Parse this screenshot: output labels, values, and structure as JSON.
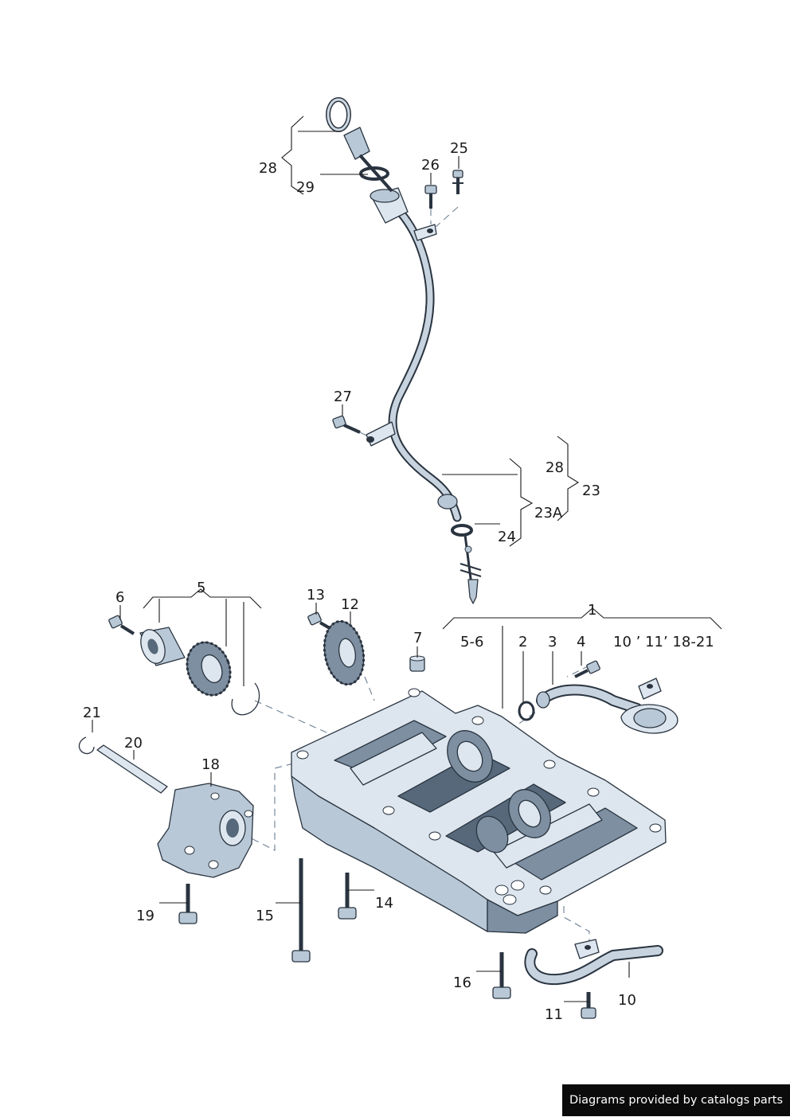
{
  "callouts": {
    "c1": "1",
    "c2": "2",
    "c3": "3",
    "c4": "4",
    "c5": "5",
    "c5_6": "5-6",
    "c6": "6",
    "c7": "7",
    "c10": "10",
    "c10_11_18_21": "10 ’ 11’ 18-21",
    "c11": "11",
    "c12": "12",
    "c13": "13",
    "c14": "14",
    "c15": "15",
    "c16": "16",
    "c18": "18",
    "c19": "19",
    "c20": "20",
    "c21": "21",
    "c23": "23",
    "c23a": "23A",
    "c24": "24",
    "c25": "25",
    "c26": "26",
    "c27": "27",
    "c28_top": "28",
    "c28_right": "28",
    "c29": "29"
  },
  "footer": {
    "text": "Diagrams provided by catalogs parts"
  },
  "colors": {
    "part_fill": "#b9c8d6",
    "part_outline": "#2a3440",
    "leader": "#1a1a1a",
    "dashed_axis": "#6d7f93"
  }
}
